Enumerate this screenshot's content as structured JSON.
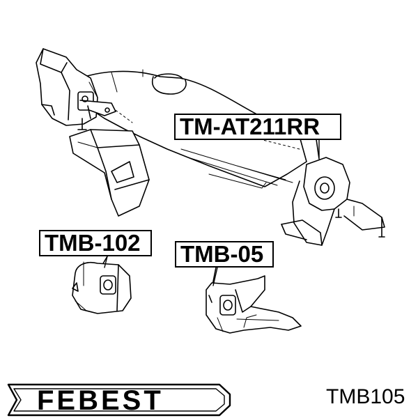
{
  "labels": {
    "rear_mount": "TM-AT211RR",
    "left_mount": "TMB-102",
    "right_mount": "TMB-05"
  },
  "brand": {
    "logo_text": "FEBEST"
  },
  "part_code": "TMB105",
  "colors": {
    "ink": "#000000",
    "background": "#ffffff"
  }
}
